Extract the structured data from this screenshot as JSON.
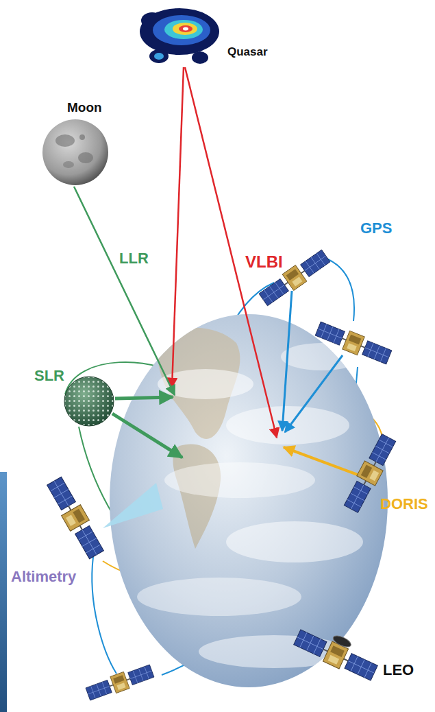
{
  "diagram": {
    "nodes": [
      {
        "text": [
          "Quasar"
        ]
      },
      {
        "text": [
          "Moon"
        ]
      },
      {
        "text": [
          "SLR"
        ]
      },
      {
        "text": [
          "DORIS"
        ]
      },
      {
        "text": [
          "Altimetry"
        ]
      },
      {
        "text": [
          "LEO"
        ]
      }
    ],
    "labels": [
      "VLBI",
      "LLR",
      "GPS"
    ]
  }
}
